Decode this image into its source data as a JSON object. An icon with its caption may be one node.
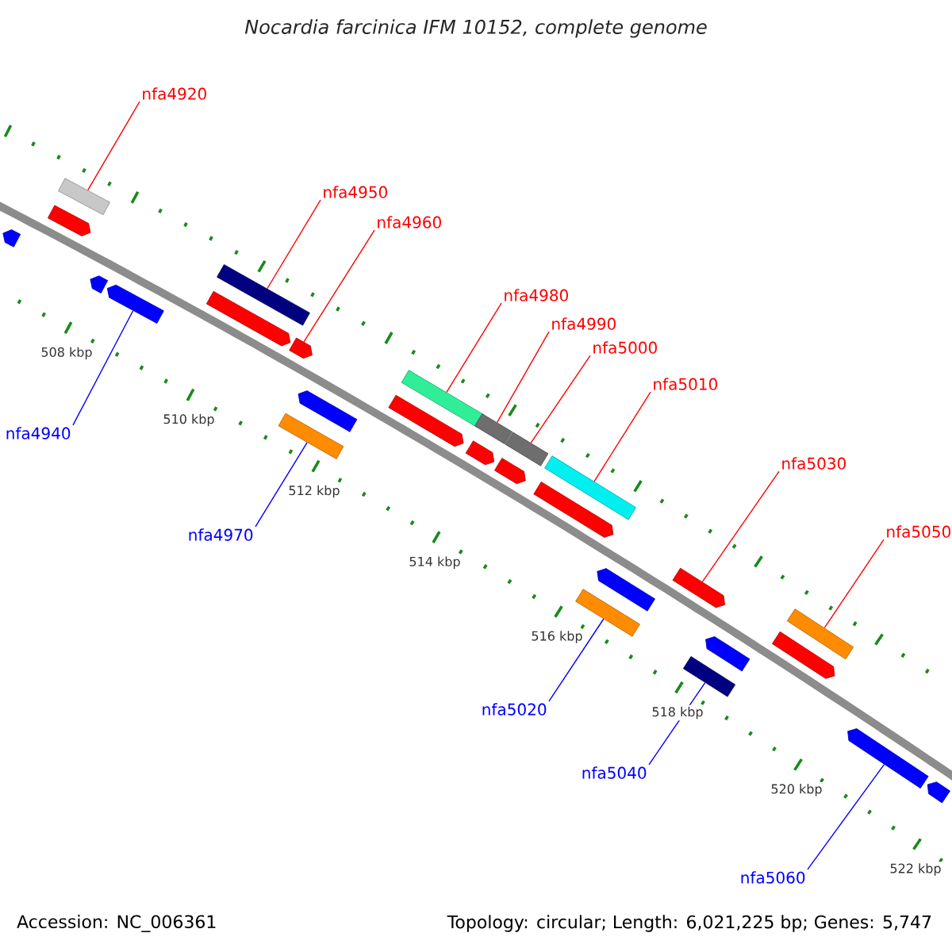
{
  "diagram": {
    "title": "Nocardia farcinica IFM 10152, complete genome",
    "nodes": [
      {
        "text": [
          "nfa4920"
        ]
      },
      {
        "text": [
          "nfa4950"
        ]
      },
      {
        "text": [
          "nfa4960"
        ]
      },
      {
        "text": [
          "nfa4980"
        ]
      },
      {
        "text": [
          "nfa4990"
        ]
      },
      {
        "text": [
          "nfa5000"
        ]
      },
      {
        "text": [
          "nfa5010"
        ]
      },
      {
        "text": [
          "nfa4940"
        ]
      },
      {
        "text": [
          "nfa5030"
        ]
      },
      {
        "text": [
          "nfa5050"
        ]
      },
      {
        "text": [
          "nfa4970"
        ]
      },
      {
        "text": [
          "nfa5020"
        ]
      },
      {
        "text": [
          "nfa5040"
        ]
      },
      {
        "text": [
          "nfa5060"
        ]
      },
      {
        "text": [],
        "shape": "pentagon"
      },
      {
        "text": [],
        "shape": "box"
      },
      {
        "text": [],
        "shape": "pentagon"
      },
      {
        "text": [],
        "shape": "pentagon"
      },
      {
        "text": [],
        "shape": "pentagon"
      },
      {
        "text": [],
        "shape": "box"
      },
      {
        "text": [],
        "shape": "pentagon"
      },
      {
        "text": [],
        "shape": "pentagon"
      },
      {
        "text": [],
        "shape": "pentagon"
      },
      {
        "text": [],
        "shape": "box"
      },
      {
        "text": [],
        "shape": "box"
      },
      {
        "text": [],
        "shape": "pentagon"
      },
      {
        "text": [],
        "shape": "box"
      },
      {
        "text": [],
        "shape": "box"
      },
      {
        "text": [],
        "shape": "pentagon"
      },
      {
        "text": [],
        "shape": "pentagon"
      },
      {
        "text": [],
        "shape": "box"
      },
      {
        "text": [],
        "shape": "pentagon"
      },
      {
        "text": [],
        "shape": "pentagon"
      },
      {
        "text": [],
        "shape": "box"
      },
      {
        "text": [],
        "shape": "pentagon"
      },
      {
        "text": [],
        "shape": "pentagon"
      },
      {
        "text": [],
        "shape": "box"
      },
      {
        "text": [],
        "shape": "box"
      },
      {
        "text": [],
        "shape": "pentagon"
      },
      {
        "text": [],
        "shape": "pentagon"
      },
      {
        "text": [],
        "shape": "pentagon"
      }
    ],
    "edges": [
      {
        "from": 0,
        "to": 15,
        "arrow": "none"
      },
      {
        "from": 1,
        "to": 19,
        "arrow": "none"
      },
      {
        "from": 2,
        "to": 21,
        "arrow": "none"
      },
      {
        "from": 3,
        "to": 24,
        "arrow": "none"
      },
      {
        "from": 4,
        "to": 26,
        "arrow": "none"
      },
      {
        "from": 5,
        "to": 27,
        "arrow": "none"
      },
      {
        "from": 6,
        "to": 30,
        "arrow": "none"
      },
      {
        "from": 7,
        "to": 18,
        "arrow": "none",
        "color": "#0000ff"
      },
      {
        "from": 8,
        "to": 34,
        "arrow": "none"
      },
      {
        "from": 9,
        "to": 37,
        "arrow": "none"
      },
      {
        "from": 10,
        "to": 23,
        "arrow": "none",
        "color": "#0000ff"
      },
      {
        "from": 11,
        "to": 33,
        "arrow": "none",
        "color": "#0000ff"
      },
      {
        "from": 12,
        "to": 36,
        "arrow": "none",
        "color": "#0000ff"
      },
      {
        "from": 13,
        "to": 39,
        "arrow": "none",
        "color": "#0000ff"
      }
    ],
    "labels": [
      "508 kbp",
      "510 kbp",
      "512 kbp",
      "514 kbp",
      "516 kbp",
      "518 kbp",
      "520 kbp",
      "522 kbp",
      "Accession: NC_006361",
      "Topology: circular; Length: 6,021,225 bp; Genes: 5,747"
    ]
  }
}
